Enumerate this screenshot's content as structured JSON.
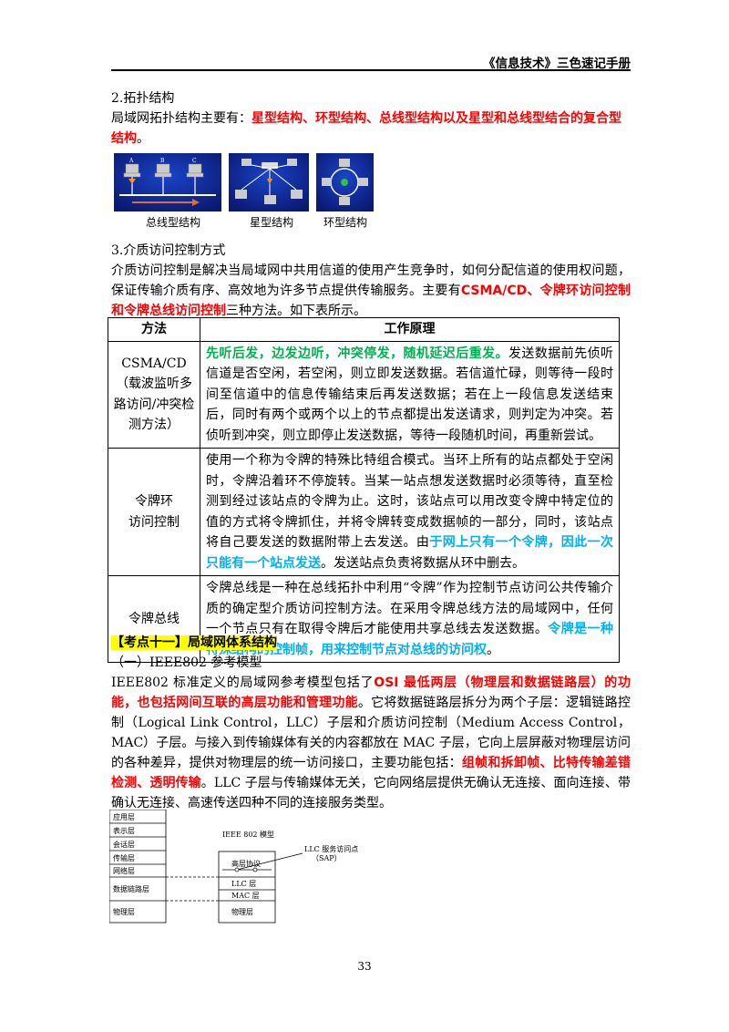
{
  "header": {
    "title": "《信息技术》三色速记手册"
  },
  "section2": {
    "heading": "2.拓扑结构",
    "intro": "局域网拓扑结构主要有：",
    "topologies": "星型结构、环型结构、总线型结构以及星型和总线型结合的复合型结构",
    "end": "。"
  },
  "figure1": {
    "captions": [
      "总线型结构",
      "星型结构",
      "环型结构"
    ],
    "node_labels": [
      "A",
      "B",
      "C"
    ]
  },
  "section3": {
    "heading": "3.介质访问控制方式",
    "p1": "介质访问控制是解决当局域网中共用信道的使用产生竞争时，如何分配信道的使用权问题，保证传输介质有序、高效地为许多节点提供传输服务。主要有",
    "methods_hl": "CSMA/CD、令牌环访问控制和令牌总线访问控制",
    "p1_end": "三种方法。如下表所示。"
  },
  "table": {
    "headers": [
      "方法",
      "工作原理"
    ],
    "rows": [
      {
        "method": "CSMA/CD\n（载波监听多路访问/冲突检测方法）",
        "principle_a": "",
        "principle_green": "先听后发，边发边听，冲突停发，随机延迟后重发。",
        "principle_b": "发送数据前先侦听信道是否空闲，若空闲，则立即发送数据。若信道忙碌，则等待一段时间至信道中的信息传输结束后再发送数据；若在上一段信息发送结束后，同时有两个或两个以上的节点都提出发送请求，则判定为冲突。若侦听到冲突，则立即停止发送数据，等待一段随机时间，再重新尝试。",
        "principle_cyan": "",
        "principle_c": ""
      },
      {
        "method": "令牌环\n访问控制",
        "principle_a": "使用一个称为令牌的特殊比特组合模式。当环上所有的站点都处于空闲时，令牌沿着环不停旋转。当某一站点想发送数据时必须等待，直至检测到经过该站点的令牌为止。这时，该站点可以用改变令牌中特定位的值的方式将令牌抓住，并将令牌转变成数据帧的一部分，同时，该站点将自己要发送的数据附带上去发送。由",
        "principle_green": "",
        "principle_b": "",
        "principle_cyan": "于网上只有一个令牌，因此一次只能有一个站点发送",
        "principle_c": "。发送站点负责将数据从环中删去。"
      },
      {
        "method": "令牌总线",
        "principle_a": "令牌总线是一种在总线拓扑中利用“令牌”作为控制节点访问公共传输介质的确定型介质访问控制方法。在采用令牌总线方法的局域网中，任何一个节点只有在取得令牌后才能使用共享总线去发送数据。",
        "principle_green": "",
        "principle_b": "",
        "principle_cyan": "令牌是一种特殊结构的控制帧，用来控制节点对总线的访问权",
        "principle_c": "。"
      }
    ]
  },
  "kaodian": {
    "title": "【考点十一】局域网体系结构",
    "sub": "（一）IEEE802 参考模型",
    "p1": "IEEE802 标准定义的局域网参考模型包括了",
    "p1_red": "OSI 最低两层（物理层和数据链路层）的功能，也包括网间互联的高层功能和管理功能",
    "p1_b": "。它将数据链路层拆分为两个子层：逻辑链路控制（Logical Link Control，LLC）子层和介质访问控制（Medium Access Control，MAC）子层。与接入到传输媒体有关的内容都放在 MAC 子层，它向上层屏蔽对物理层访问的各种差异，提供对物理层的统一访问接口，主要功能包括：",
    "p1_red2": "组帧和拆卸帧、比特传输差错检测、透明传输",
    "p1_c": "。LLC 子层与传输媒体无关，它向网络层提供无确认无连接、面向连接、带确认无连接、高速传送四种不同的连接服务类型。"
  },
  "figure2": {
    "osi_layers": [
      "应用层",
      "表示层",
      "会话层",
      "传输层",
      "网络层",
      "数据链路层",
      "物理层"
    ],
    "model_title": "IEEE 802 模型",
    "ieee_layers": [
      "高层协议",
      "LLC 层",
      "MAC 层",
      "物理层"
    ],
    "sap_label": "LLC 服务访问点\n（SAP）"
  },
  "footer": {
    "page": "33"
  }
}
